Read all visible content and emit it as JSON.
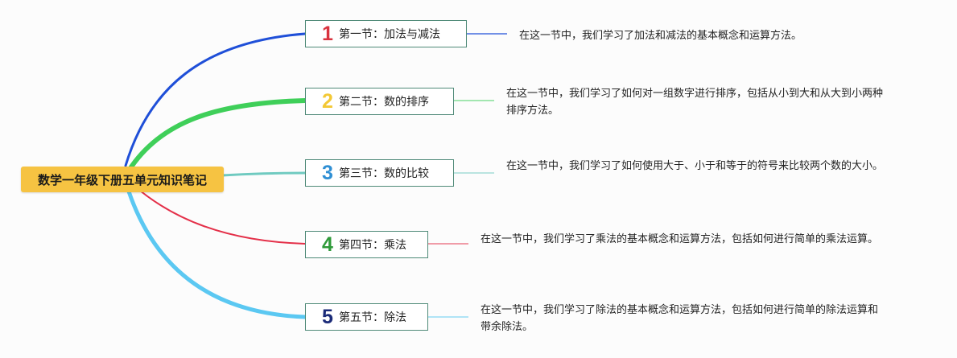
{
  "root": {
    "label": "数学一年级下册五单元知识笔记"
  },
  "topics": [
    {
      "badge": "1",
      "badge_color": "#d9333f",
      "branch_color": "#1f4fd8",
      "label": "第一节：加法与减法",
      "note": "在这一节中，我们学习了加法和减法的基本概念和运算方法。"
    },
    {
      "badge": "2",
      "badge_color": "#f3c835",
      "branch_color": "#3fcf59",
      "label": "第二节：数的排序",
      "note": "在这一节中，我们学习了如何对一组数字进行排序，包括从小到大和从大到小两种排序方法。"
    },
    {
      "badge": "3",
      "badge_color": "#2f8fd4",
      "branch_color": "#6fcac0",
      "label": "第三节：数的比较",
      "note": "在这一节中，我们学习了如何使用大于、小于和等于的符号来比较两个数的大小。"
    },
    {
      "badge": "4",
      "badge_color": "#2f9a3a",
      "branch_color": "#e43049",
      "label": "第四节：乘法",
      "note": "在这一节中，我们学习了乘法的基本概念和运算方法，包括如何进行简单的乘法运算。"
    },
    {
      "badge": "5",
      "badge_color": "#1b2b78",
      "branch_color": "#5bc8f2",
      "label": "第五节：除法",
      "note": "在这一节中，我们学习了除法的基本概念和运算方法，包括如何进行简单的除法运算和带余除法。"
    }
  ]
}
